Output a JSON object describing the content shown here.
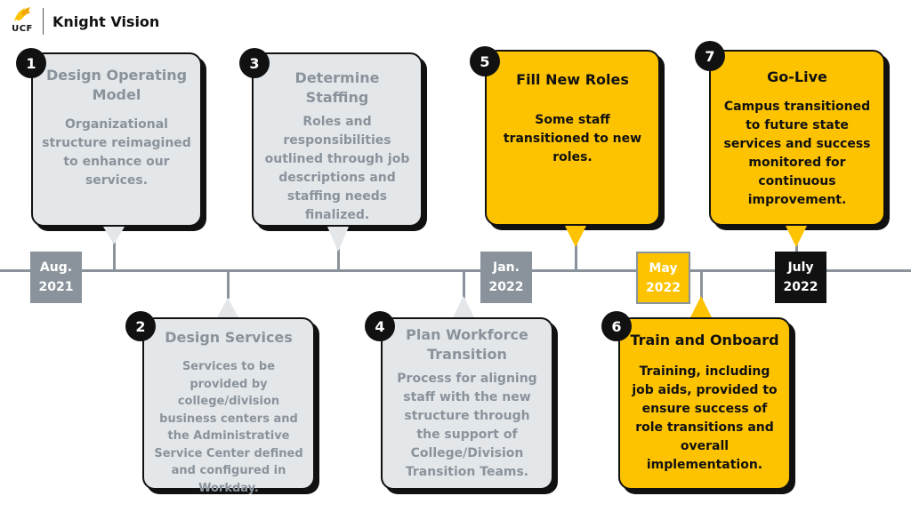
{
  "header": {
    "logo_text": "UCF",
    "title": "Knight Vision"
  },
  "milestones": [
    {
      "number": "1",
      "title": "Design Operating Model",
      "description": "Organizational structure reimagined to enhance our services.",
      "status": "completed"
    },
    {
      "number": "2",
      "title": "Design Services",
      "description": "Services to be provided by college/division business centers and the Administrative Service Center defined and configured in Workday.",
      "status": "completed"
    },
    {
      "number": "3",
      "title": "Determine Staffing",
      "description": "Roles and responsibilities outlined through job descriptions and staffing needs finalized.",
      "status": "completed"
    },
    {
      "number": "4",
      "title": "Plan Workforce Transition",
      "description": "Process for aligning staff with the new structure through the support of College/Division Transition Teams.",
      "status": "completed"
    },
    {
      "number": "5",
      "title": "Fill New Roles",
      "description": "Some staff transitioned to new roles.",
      "status": "upcoming"
    },
    {
      "number": "6",
      "title": "Train and Onboard",
      "description": "Training, including job aids, provided to ensure success of role transitions and overall implementation.",
      "status": "upcoming"
    },
    {
      "number": "7",
      "title": "Go-Live",
      "description": "Campus transitioned to future state services and success monitored for continuous improvement.",
      "status": "upcoming"
    }
  ],
  "dates": [
    {
      "month": "Aug.",
      "year": "2021"
    },
    {
      "month": "Jan.",
      "year": "2022"
    },
    {
      "month": "May",
      "year": "2022"
    },
    {
      "month": "July",
      "year": "2022"
    }
  ],
  "colors": {
    "gold": "#fdc300",
    "gray_fill": "#e4e7ea",
    "gray_text": "#8a939b",
    "date_gray": "#8a939b",
    "black": "#111111"
  }
}
